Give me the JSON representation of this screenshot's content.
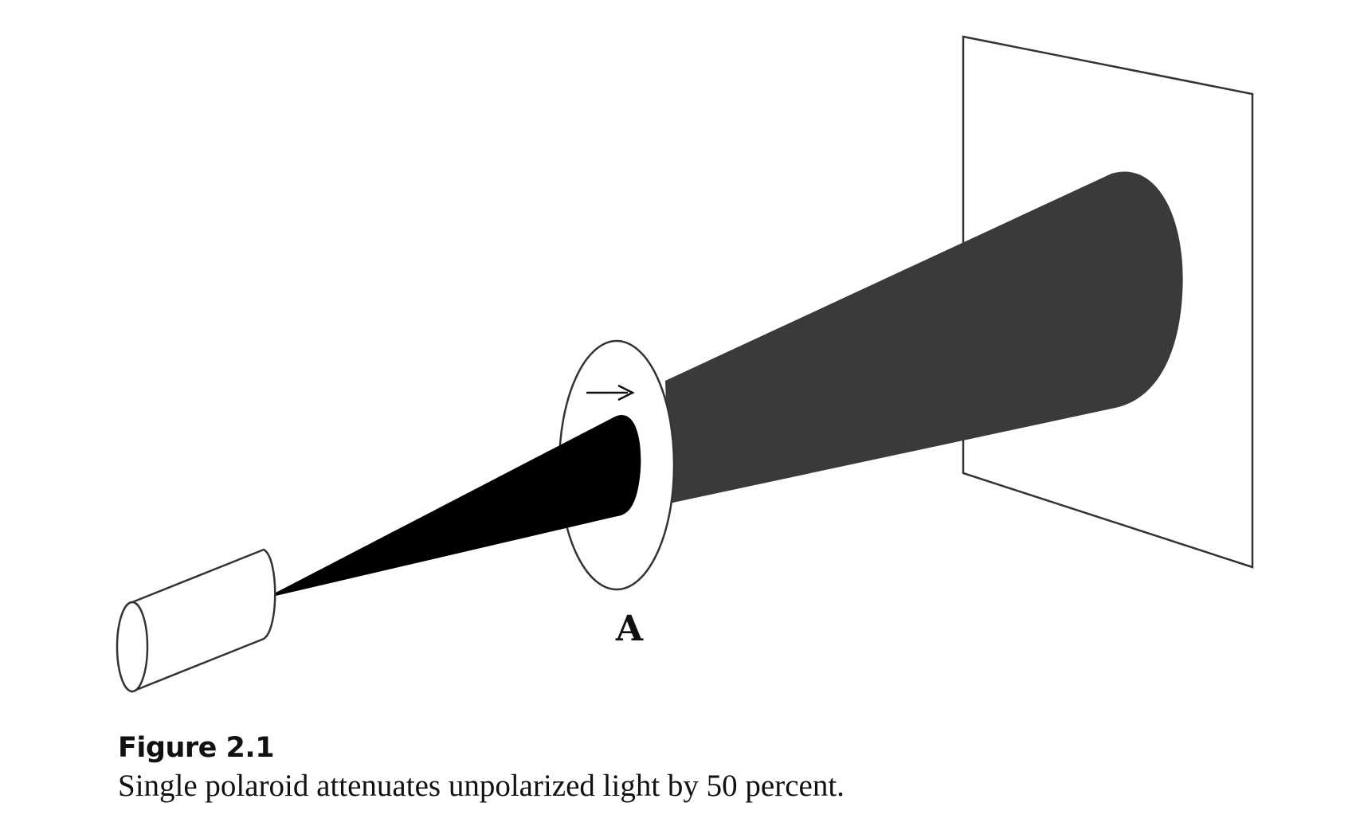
{
  "figure": {
    "polarizer_label": "A",
    "colors": {
      "incident_beam": "#000000",
      "transmitted_beam": "#3a3a3a",
      "outline": "#333333",
      "background": "#ffffff"
    }
  },
  "caption": {
    "title": "Figure 2.1",
    "text": "Single polaroid attenuates unpolarized light by 50 percent."
  }
}
